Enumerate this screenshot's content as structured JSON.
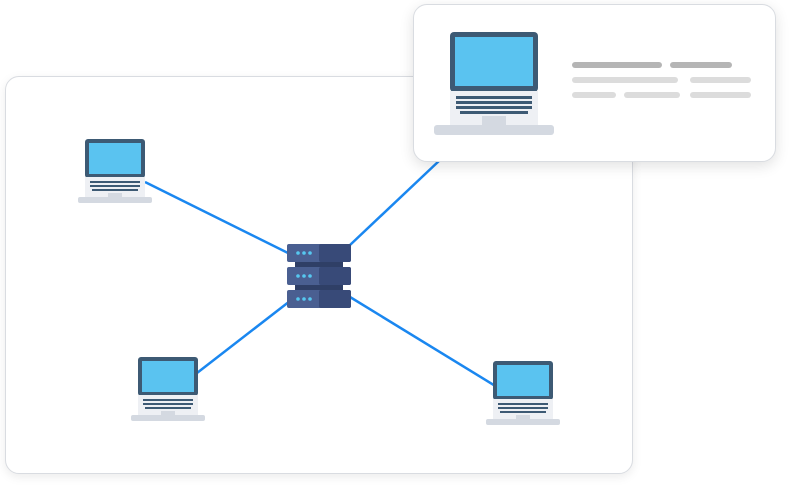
{
  "diagram": {
    "type": "network-star-topology",
    "hub": {
      "icon": "server-rack-icon"
    },
    "nodes": [
      {
        "id": "laptop-top-left",
        "icon": "laptop-icon"
      },
      {
        "id": "laptop-bottom-left",
        "icon": "laptop-icon"
      },
      {
        "id": "laptop-bottom-right",
        "icon": "laptop-icon"
      },
      {
        "id": "laptop-top-right",
        "icon": "laptop-icon"
      }
    ],
    "connections": [
      {
        "from": "server",
        "to": "laptop-top-left"
      },
      {
        "from": "server",
        "to": "laptop-bottom-left"
      },
      {
        "from": "server",
        "to": "laptop-bottom-right"
      },
      {
        "from": "server",
        "to": "laptop-top-right"
      }
    ]
  },
  "popup": {
    "icon": "laptop-icon",
    "text_lines": "placeholder-skeleton-lines"
  },
  "colors": {
    "link": "#1a87f0",
    "screen": "#5ac3f0",
    "bezel": "#3d5a74",
    "server": "#4a5f91",
    "server_dark": "#384a78",
    "server_led": "#56c8f0",
    "keyboard_base": "#eef0f4",
    "keyboard_keys": "#3d5a74",
    "stand": "#d4d9e1",
    "skeleton_dark": "#b5b5b5",
    "skeleton_light": "#dcdcdc"
  }
}
